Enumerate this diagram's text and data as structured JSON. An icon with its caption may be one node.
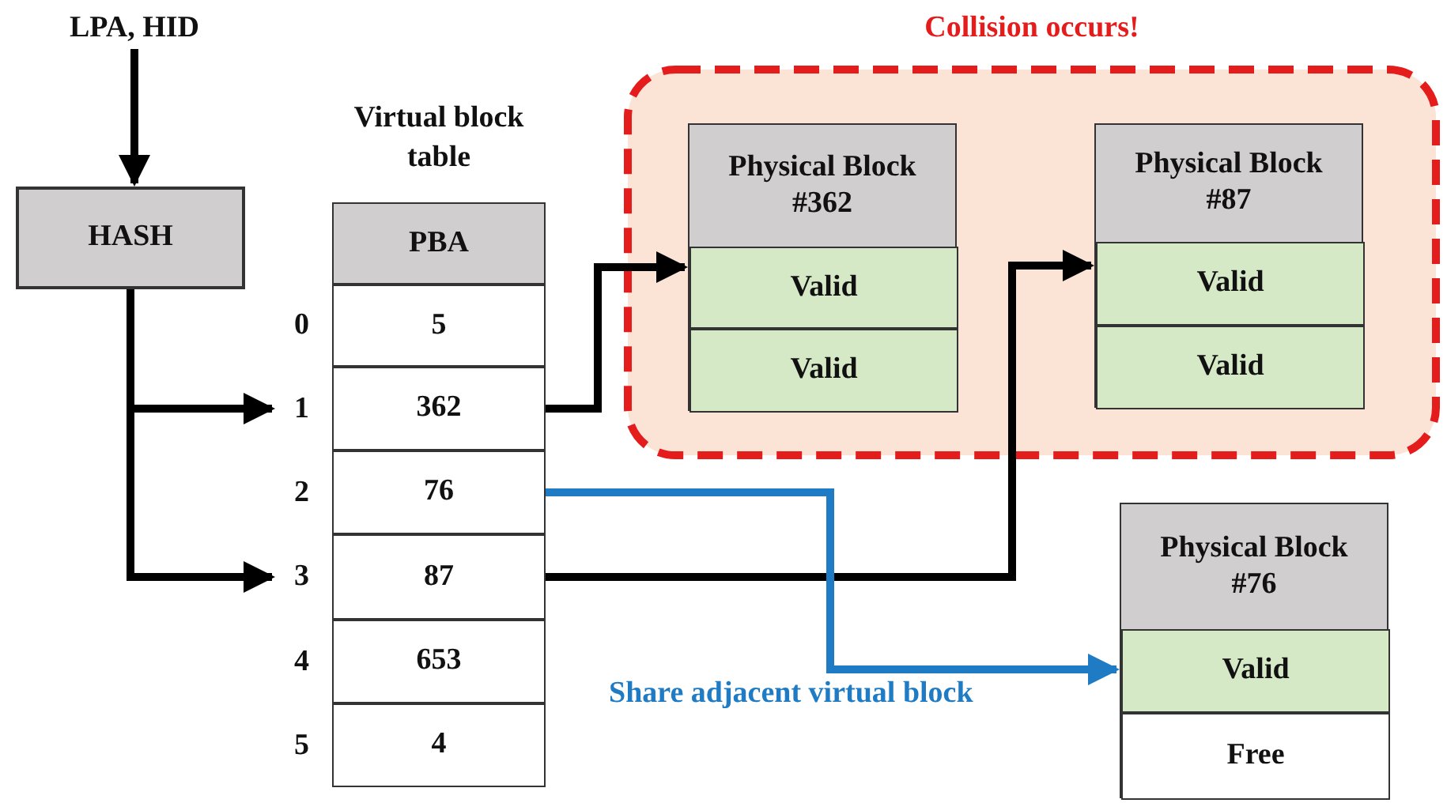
{
  "diagram": {
    "nodes": [
      {
        "text": [
          "LPA, HID"
        ]
      },
      {
        "text": [
          "HASH"
        ]
      },
      {
        "text": [
          "Virtual block table"
        ]
      },
      {
        "text": [
          "PBA"
        ],
        "in": 2
      },
      {
        "text": [
          "5"
        ],
        "in": 2,
        "beside": [
          "0"
        ]
      },
      {
        "text": [
          "362"
        ],
        "in": 2,
        "beside": [
          "1"
        ]
      },
      {
        "text": [
          "76"
        ],
        "in": 2,
        "beside": [
          "2"
        ]
      },
      {
        "text": [
          "87"
        ],
        "in": 2,
        "beside": [
          "3"
        ]
      },
      {
        "text": [
          "653"
        ],
        "in": 2,
        "beside": [
          "4"
        ]
      },
      {
        "text": [
          "4"
        ],
        "in": 2,
        "beside": [
          "5"
        ]
      },
      {
        "text": [
          "Collision occurs!"
        ]
      },
      {
        "text": [
          "Physical Block #362"
        ],
        "in": 10
      },
      {
        "text": [
          "Valid"
        ],
        "in": 11
      },
      {
        "text": [
          "Valid"
        ],
        "in": 11
      },
      {
        "text": [
          "Physical Block #87"
        ],
        "in": 10
      },
      {
        "text": [
          "Valid"
        ],
        "in": 14
      },
      {
        "text": [
          "Valid"
        ],
        "in": 14
      },
      {
        "text": [
          "Physical Block #76"
        ]
      },
      {
        "text": [
          "Valid"
        ],
        "in": 17
      },
      {
        "text": [
          "Free"
        ],
        "in": 17
      }
    ],
    "edges": [
      {
        "from": 0,
        "to": 1,
        "arrow": "to"
      },
      {
        "from": 1,
        "to": 5,
        "arrow": "to"
      },
      {
        "from": 1,
        "to": 7,
        "arrow": "to"
      },
      {
        "from": 5,
        "to": 11,
        "arrow": "to"
      },
      {
        "from": 7,
        "to": 14,
        "arrow": "to"
      },
      {
        "from": 6,
        "to": 18,
        "arrow": "to",
        "label": "Share adjacent virtual block",
        "color": "#1f7cc4"
      }
    ]
  }
}
